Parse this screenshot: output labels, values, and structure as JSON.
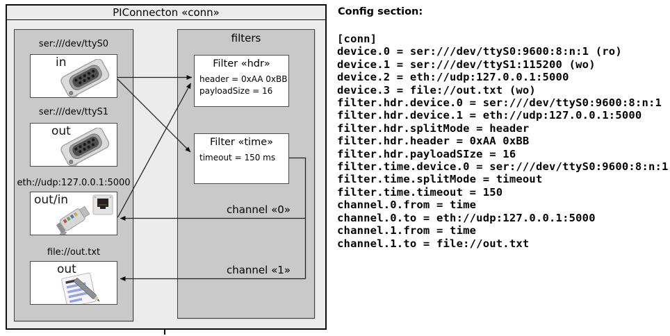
{
  "diagram": {
    "title": "PIConnecton «conn»",
    "devices_panel": {
      "devices": [
        {
          "uri": "ser:///dev/ttyS0",
          "port_label": "in",
          "icon": "serial-connector"
        },
        {
          "uri": "ser:///dev/ttyS1",
          "port_label": "out",
          "icon": "serial-connector"
        },
        {
          "uri": "eth://udp:127.0.0.1:5000",
          "port_label": "out/in",
          "icon": "ethernet-connector"
        },
        {
          "uri": "file://out.txt",
          "port_label": "out",
          "icon": "notepad-document"
        }
      ]
    },
    "filters_panel": {
      "title": "filters",
      "filters": [
        {
          "title": "Filter «hdr»",
          "properties": [
            "header = 0xAA 0xBB",
            "payloadSize = 16"
          ]
        },
        {
          "title": "Filter «time»",
          "properties": [
            "timeout = 150 ms"
          ]
        }
      ]
    },
    "channels": [
      {
        "label": "channel «0»"
      },
      {
        "label": "channel «1»"
      }
    ]
  },
  "config": {
    "heading": "Config section:",
    "lines": [
      "[conn]",
      "device.0 = ser:///dev/ttyS0:9600:8:n:1 (ro)",
      "device.1 = ser:///dev/ttyS1:115200 (wo)",
      "device.2 = eth://udp:127.0.0.1:5000",
      "device.3 = file://out.txt (wo)",
      "filter.hdr.device.0 = ser:///dev/ttyS0:9600:8:n:1",
      "filter.hdr.device.1 = eth://udp:127.0.0.1:5000",
      "filter.hdr.splitMode = header",
      "filter.hdr.header = 0xAA 0xBB",
      "filter.hdr.payloadSIze = 16",
      "filter.time.device.0 = ser:///dev/ttyS0:9600:8:n:1",
      "filter.time.splitMode = timeout",
      "filter.time.timeout = 150",
      "channel.0.from = time",
      "channel.0.to = eth://udp:127.0.0.1:5000",
      "channel.1.from = time",
      "channel.1.to = file://out.txt"
    ]
  },
  "colors": {
    "canvas": "#ececec",
    "panel": "#c9c9c9",
    "box": "#ffffff",
    "border": "#0d0d0d",
    "text": "#000000"
  }
}
